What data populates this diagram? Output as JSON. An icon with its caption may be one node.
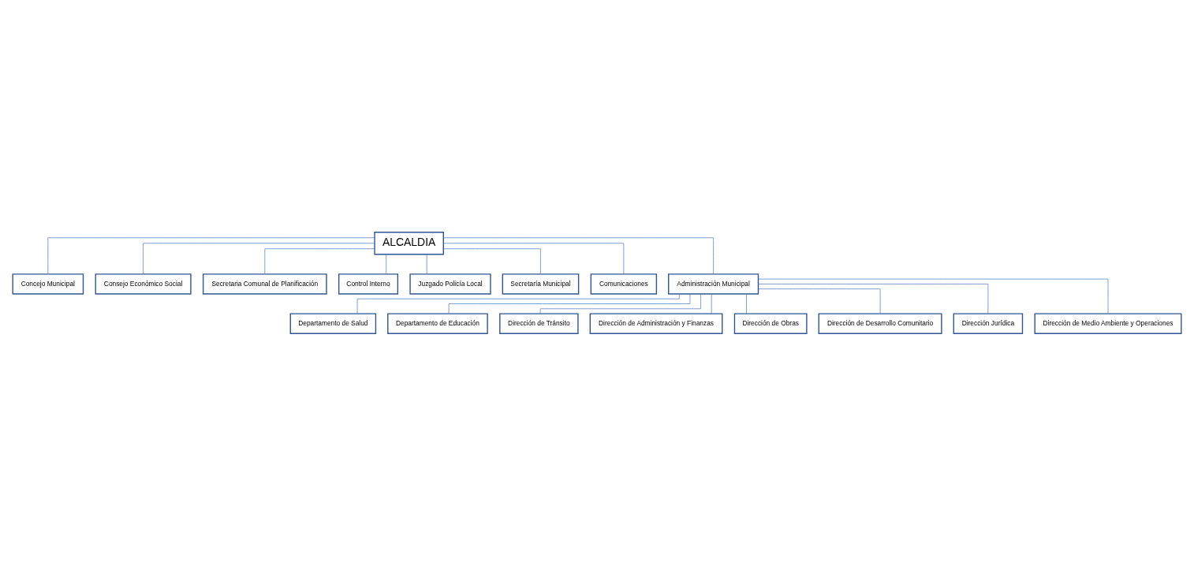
{
  "diagram": {
    "nodes": [
      {
        "text": [
          "ALCALDIA"
        ]
      },
      {
        "text": [
          "Concejo Municipal"
        ]
      },
      {
        "text": [
          "Consejo Económico Social"
        ]
      },
      {
        "text": [
          "Secretaria Comunal de Planificación"
        ]
      },
      {
        "text": [
          "Control Interno"
        ]
      },
      {
        "text": [
          "Juzgado Policía Local"
        ]
      },
      {
        "text": [
          "Secretaría Municipal"
        ]
      },
      {
        "text": [
          "Comunicaciones"
        ]
      },
      {
        "text": [
          "Administración Municipal"
        ]
      },
      {
        "text": [
          "Departamento de Salud"
        ]
      },
      {
        "text": [
          "Departamento de Educación"
        ]
      },
      {
        "text": [
          "Dirección de Tránsito"
        ]
      },
      {
        "text": [
          "Dirección de Administración y Finanzas"
        ]
      },
      {
        "text": [
          "Dirección de Obras"
        ]
      },
      {
        "text": [
          "Dirección de Desarrollo Comunitario"
        ]
      },
      {
        "text": [
          "Dirección Jurídica"
        ]
      },
      {
        "text": [
          "Dirección de Medio Ambiente y Operaciones"
        ]
      }
    ],
    "edges": [
      {
        "from": 0,
        "to": 1,
        "arrow": "none"
      },
      {
        "from": 0,
        "to": 2,
        "arrow": "none"
      },
      {
        "from": 0,
        "to": 3,
        "arrow": "none"
      },
      {
        "from": 0,
        "to": 4,
        "arrow": "none"
      },
      {
        "from": 0,
        "to": 5,
        "arrow": "none"
      },
      {
        "from": 0,
        "to": 6,
        "arrow": "none"
      },
      {
        "from": 0,
        "to": 7,
        "arrow": "none"
      },
      {
        "from": 0,
        "to": 8,
        "arrow": "none"
      },
      {
        "from": 8,
        "to": 9,
        "arrow": "none"
      },
      {
        "from": 8,
        "to": 10,
        "arrow": "none"
      },
      {
        "from": 8,
        "to": 11,
        "arrow": "none"
      },
      {
        "from": 8,
        "to": 12,
        "arrow": "none"
      },
      {
        "from": 8,
        "to": 13,
        "arrow": "none"
      },
      {
        "from": 8,
        "to": 14,
        "arrow": "none"
      },
      {
        "from": 8,
        "to": 15,
        "arrow": "none"
      },
      {
        "from": 8,
        "to": 16,
        "arrow": "none"
      }
    ]
  }
}
